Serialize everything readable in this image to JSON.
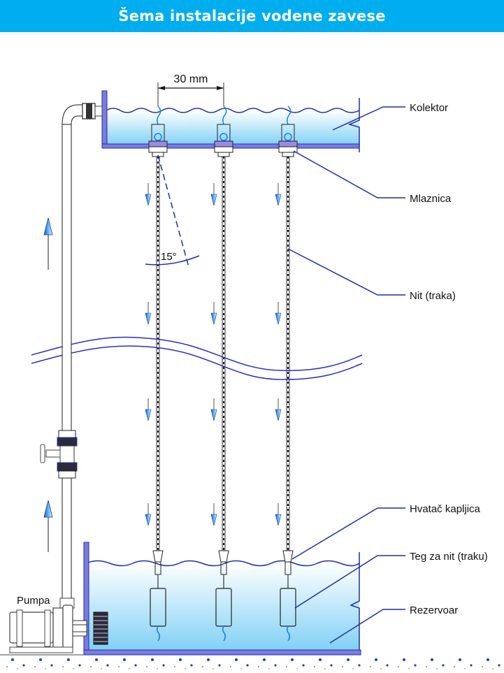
{
  "header": {
    "title": "Šema instalacije vodene zavese"
  },
  "colors": {
    "banner": "#00aeef",
    "outline": "#1f2fa8",
    "wall": "#7b7be0",
    "water_top": "#ffffff",
    "water_bottom": "#7fd0f5",
    "arrow": "#1a7fe0"
  },
  "dimensions": {
    "spacing": "30 mm",
    "angle": "15°"
  },
  "labels": {
    "kolektor": "Kolektor",
    "mlaznica": "Mlaznica",
    "nit": "Nit (traka)",
    "hvatac": "Hvatač kapljica",
    "teg": "Teg za nit (traku)",
    "rezervoar": "Rezervoar",
    "pumpa": "Pumpa"
  },
  "icons": {
    "flow_down": "down-arrow-icon",
    "flow_up": "up-arrow-icon"
  }
}
